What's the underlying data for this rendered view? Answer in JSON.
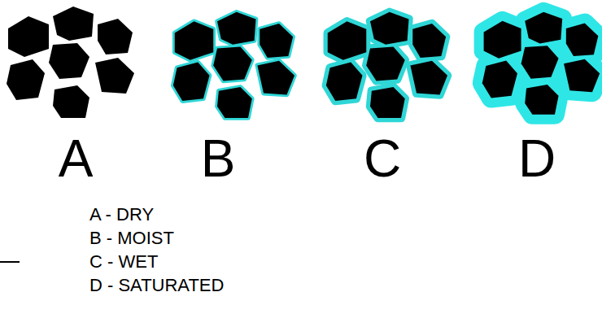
{
  "diagram": {
    "labels": [
      "A",
      "B",
      "C",
      "D",
      "A - DRY",
      "B - MOIST",
      "C - WET",
      "D - SATURATED"
    ]
  }
}
